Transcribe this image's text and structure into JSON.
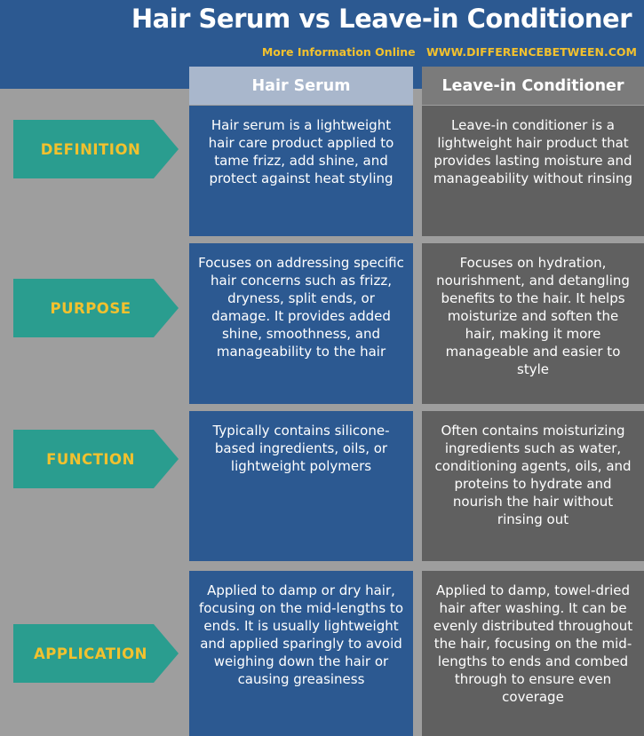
{
  "header": {
    "title": "Hair Serum vs Leave-in Conditioner",
    "more_info": "More Information Online",
    "website": "WWW.DIFFERENCEBETWEEN.COM"
  },
  "columns": {
    "serum": "Hair Serum",
    "leave_in": "Leave-in Conditioner"
  },
  "rows": [
    {
      "label": "DEFINITION",
      "serum": "Hair serum is a lightweight hair care product applied to tame frizz, add shine, and protect against heat styling",
      "leave_in": "Leave-in conditioner is a lightweight hair product that provides lasting moisture and manageability without rinsing"
    },
    {
      "label": "PURPOSE",
      "serum": "Focuses on addressing specific hair concerns such as frizz, dryness, split ends, or damage. It provides added shine, smoothness, and manageability to the hair",
      "leave_in": "Focuses on hydration, nourishment, and detangling benefits to the hair. It helps moisturize and soften the hair, making it more manageable and easier to style"
    },
    {
      "label": "FUNCTION",
      "serum": "Typically contains silicone-based ingredients, oils, or lightweight polymers",
      "leave_in": "Often contains moisturizing ingredients such as water, conditioning agents, oils, and proteins to hydrate and nourish the hair without rinsing out"
    },
    {
      "label": "APPLICATION",
      "serum": "Applied to damp or dry hair, focusing on the mid-lengths to ends. It is usually lightweight and applied sparingly to avoid weighing down the hair or causing greasiness",
      "leave_in": "Applied to damp, towel-dried hair after washing. It can be evenly distributed throughout the hair, focusing on the mid-lengths to ends and combed through to ensure even coverage"
    }
  ],
  "colors": {
    "header_bg": "#2c5991",
    "accent": "#f2c12e",
    "label_bg": "#2a9d8f",
    "serum_bg": "#2c5991",
    "leave_bg": "#606060"
  }
}
